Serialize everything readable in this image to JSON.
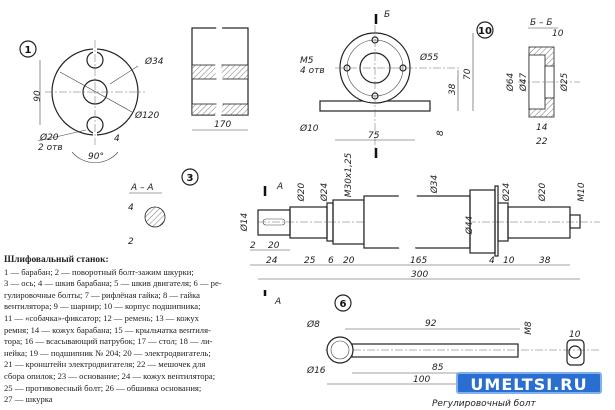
{
  "part1": {
    "label": "1",
    "d34": "Ø34",
    "h90": "90",
    "d120": "Ø120",
    "d20": "Ø20",
    "holes": "2 отв",
    "w4": "4",
    "angle": "90°",
    "len170": "170"
  },
  "part10": {
    "label": "10",
    "m5": "М5",
    "holes": "4 отв",
    "d55": "Ø55",
    "d10": "Ø10",
    "w75": "75",
    "h38": "38",
    "h70": "70",
    "h8": "8",
    "section": "Б – Б",
    "cut": "Б",
    "d64": "Ø64",
    "d47": "Ø47",
    "d25": "Ø25",
    "w14": "14",
    "w22": "22",
    "w10": "10"
  },
  "part3": {
    "label": "3",
    "section": "А – А",
    "cut": "А",
    "k4": "4",
    "k2": "2",
    "k2b": "2",
    "d14": "Ø14",
    "d20a": "Ø20",
    "d24a": "Ø24",
    "m30": "М30х1,25",
    "d34": "Ø34",
    "d44": "Ø44",
    "d24b": "Ø24",
    "d20b": "Ø20",
    "m10": "М10",
    "key20": "20",
    "s24": "24",
    "s25": "25",
    "s6": "6",
    "s20": "20",
    "s165": "165",
    "s4": "4",
    "s10": "10",
    "s38": "38",
    "total": "300"
  },
  "part6": {
    "label": "6",
    "d8": "Ø8",
    "d16": "Ø16",
    "l92": "92",
    "m8": "М8",
    "l85": "85",
    "l100": "100",
    "w10": "10",
    "caption": "Регулировочный болт"
  },
  "legend": {
    "title": "Шлифовальный станок:",
    "lines": [
      "1 — барабан; 2 — поворотный болт-зажим шкурки;",
      "3 — ось; 4 — шкив барабана; 5 — шкив двигателя; 6 — ре-",
      "гулировочные болты; 7 — рифлёная гайка; 8 — гайка",
      "вентилятора; 9 — шарнир; 10 — корпус подшипника;",
      "11 — «собачка»-фиксатор; 12 — ремень; 13 — кожух",
      "ремня; 14 — кожух барабана; 15 — крыльчатка вентиля-",
      "тора; 16 — всасывающий патрубок; 17 — стол; 18 — ли-",
      "нейка; 19 — подшипник № 204; 20 — электродвигатель;",
      "21 — кронштейн электродвигателя; 22 — мешочек для",
      "сбора опилок; 23 — основание; 24 — кожух вентилятора;",
      "25 — противовесный болт; 26 — обшивка основания;",
      "27 — шкурка"
    ]
  },
  "watermark": "UMELTSI.RU"
}
